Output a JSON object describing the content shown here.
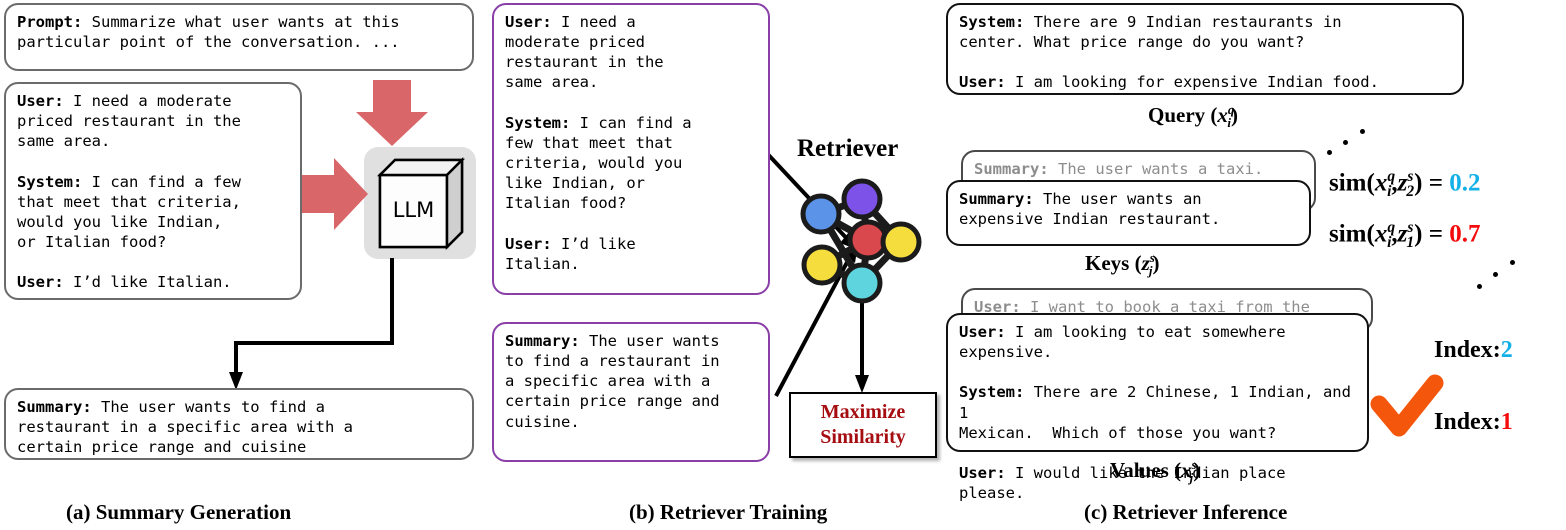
{
  "panels": {
    "a": {
      "caption": "(a) Summary Generation"
    },
    "b": {
      "caption": "(b) Retriever Training"
    },
    "c": {
      "caption": "(c) Retriever Inference"
    }
  },
  "panel_a": {
    "prompt_box": {
      "speaker": "Prompt:",
      "text": " Summarize what user wants at this\nparticular point of the conversation. ..."
    },
    "dialogue_box": {
      "turn1_speaker": "User:",
      "turn1_text": " I need a moderate\npriced restaurant in the\nsame area.",
      "turn2_speaker": "System:",
      "turn2_text": " I can find a few\nthat meet that criteria,\nwould you like Indian,\nor Italian food?",
      "turn3_speaker": "User:",
      "turn3_text": " I’d like Italian."
    },
    "llm_label": "LLM",
    "summary_box": {
      "speaker": "Summary:",
      "text": " The user wants to find a\nrestaurant in a specific area with a\ncertain price range and cuisine"
    }
  },
  "panel_b": {
    "dialogue_box": {
      "turn1_speaker": "User:",
      "turn1_text": " I need a\nmoderate priced\nrestaurant in the\nsame area.",
      "turn2_speaker": "System:",
      "turn2_text": " I can find a\nfew that meet that\ncriteria, would you\nlike Indian, or\nItalian food?",
      "turn3_speaker": "User:",
      "turn3_text": " I’d like\nItalian."
    },
    "summary_box": {
      "speaker": "Summary:",
      "text": " The user wants\nto find a restaurant in\na specific area with a\ncertain price range and\ncuisine."
    },
    "retriever_title": "Retriever",
    "maximize_box": {
      "line1": "Maximize",
      "line2": "Similarity"
    },
    "network": {
      "nodes": [
        {
          "name": "node-purple",
          "color": "#7c52e8"
        },
        {
          "name": "node-blue",
          "color": "#5b93e8"
        },
        {
          "name": "node-red",
          "color": "#d8484c"
        },
        {
          "name": "node-yellow-right",
          "color": "#f5dd3e"
        },
        {
          "name": "node-yellow-left",
          "color": "#f5dd3e"
        },
        {
          "name": "node-cyan",
          "color": "#5ed4de"
        }
      ]
    }
  },
  "panel_c": {
    "query_box": {
      "turn1_speaker": "System:",
      "turn1_text": " There are 9 Indian restaurants in\ncenter. What price range do you want?",
      "turn2_speaker": "User:",
      "turn2_text": " I am looking for expensive Indian food."
    },
    "query_label": {
      "text": "Query",
      "var": "x",
      "sub": "i",
      "sup": "q"
    },
    "keys_back_box": {
      "speaker": "Summary:",
      "text": " The user wants a taxi."
    },
    "keys_front_box": {
      "speaker": "Summary:",
      "text": " The user wants an\nexpensive Indian restaurant."
    },
    "keys_label": {
      "text": "Keys",
      "var": "z",
      "sub": "j",
      "sup": "s"
    },
    "values_back_box": {
      "speaker": "User:",
      "text": " I want to book a taxi from the hotel to"
    },
    "values_front_box": {
      "turn1_speaker": "User:",
      "turn1_text": " I am looking to eat somewhere expensive.",
      "turn2_speaker": "System:",
      "turn2_text": " There are 2 Chinese, 1 Indian, and 1\nMexican.  Which of those you want?",
      "turn3_speaker": "User:",
      "turn3_text": " I would like the Indian place please."
    },
    "values_label": {
      "text": "Values",
      "var": "x",
      "sub": "j",
      "sup": "s"
    },
    "sim_rows": [
      {
        "fn": "sim",
        "arg1": "x",
        "arg1_sub": "i",
        "arg1_sup": "q",
        "arg2": "z",
        "arg2_sub": "2",
        "arg2_sup": "s",
        "eq": "=",
        "value": "0.2",
        "value_color": "#14b1e8"
      },
      {
        "fn": "sim",
        "arg1": "x",
        "arg1_sub": "i",
        "arg1_sup": "q",
        "arg2": "z",
        "arg2_sub": "1",
        "arg2_sup": "s",
        "eq": "=",
        "value": "0.7",
        "value_color": "#f50b0b"
      }
    ],
    "index_rows": [
      {
        "label": "Index:",
        "value": "2",
        "color": "#14b1e8"
      },
      {
        "label": "Index:",
        "value": "1",
        "color": "#f50b0b"
      }
    ],
    "checkmark_color": "#f4560c"
  },
  "colors": {
    "arrow_red": "#d9676a",
    "purple_border": "#8a3fa8",
    "grey_box_border": "#6b6b6b",
    "llm_pad": "#e0e0e0",
    "maximize_text": "#a50d11"
  }
}
